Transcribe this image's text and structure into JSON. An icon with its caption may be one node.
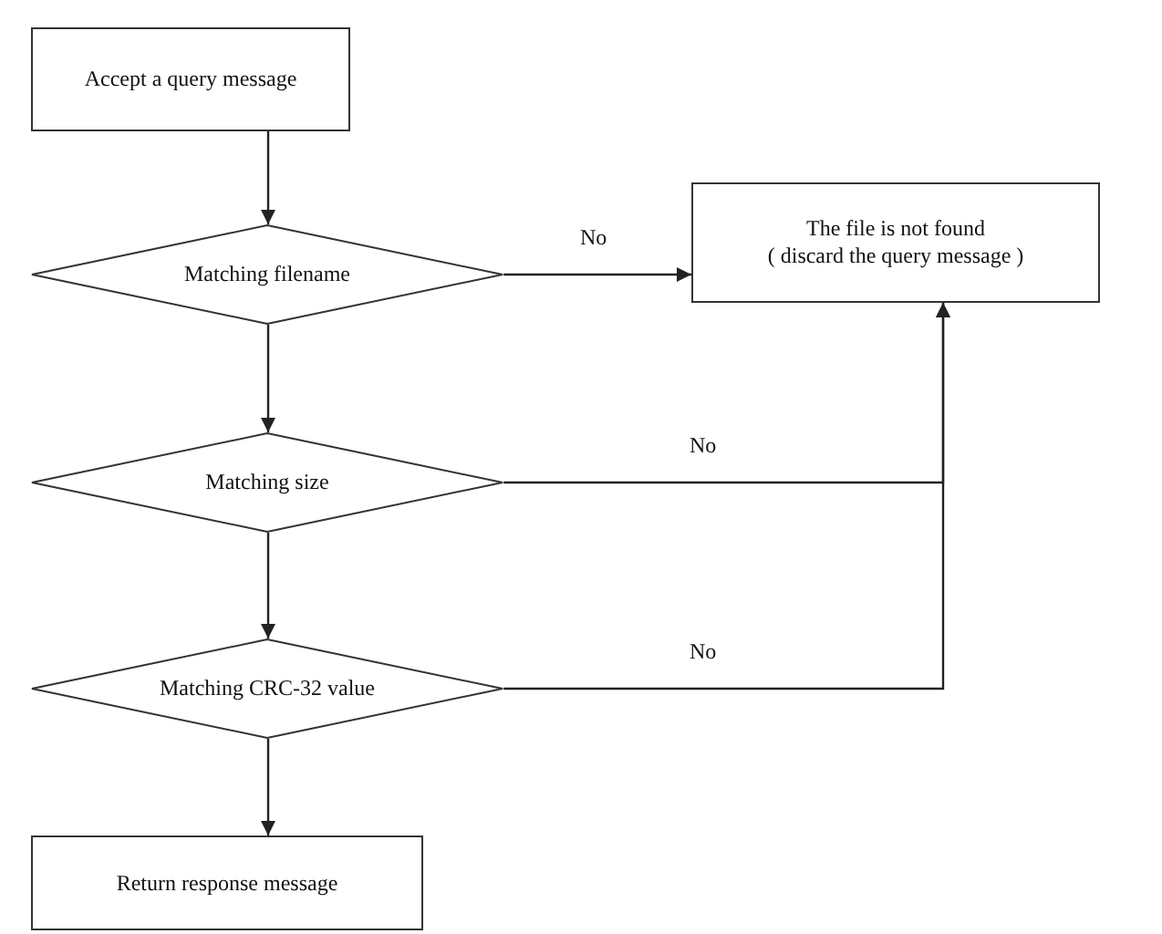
{
  "diagram": {
    "nodes": [
      {
        "text": [
          "Accept a query message"
        ]
      },
      {
        "text": [
          "Matching filename"
        ]
      },
      {
        "text": [
          "The file is not found",
          "( discard the query message )"
        ]
      },
      {
        "text": [
          "Matching size"
        ]
      },
      {
        "text": [
          "Matching CRC-32 value"
        ]
      },
      {
        "text": [
          "Return response message"
        ]
      }
    ],
    "edges": [
      {
        "from": 0,
        "to": 1,
        "arrow": "to"
      },
      {
        "from": 1,
        "to": 2,
        "arrow": "to",
        "label": "No"
      },
      {
        "from": 1,
        "to": 3,
        "arrow": "to"
      },
      {
        "from": 3,
        "to": 2,
        "arrow": "to",
        "label": "No"
      },
      {
        "from": 3,
        "to": 4,
        "arrow": "to"
      },
      {
        "from": 4,
        "to": 2,
        "arrow": "to",
        "label": "No"
      },
      {
        "from": 4,
        "to": 5,
        "arrow": "to"
      }
    ]
  }
}
